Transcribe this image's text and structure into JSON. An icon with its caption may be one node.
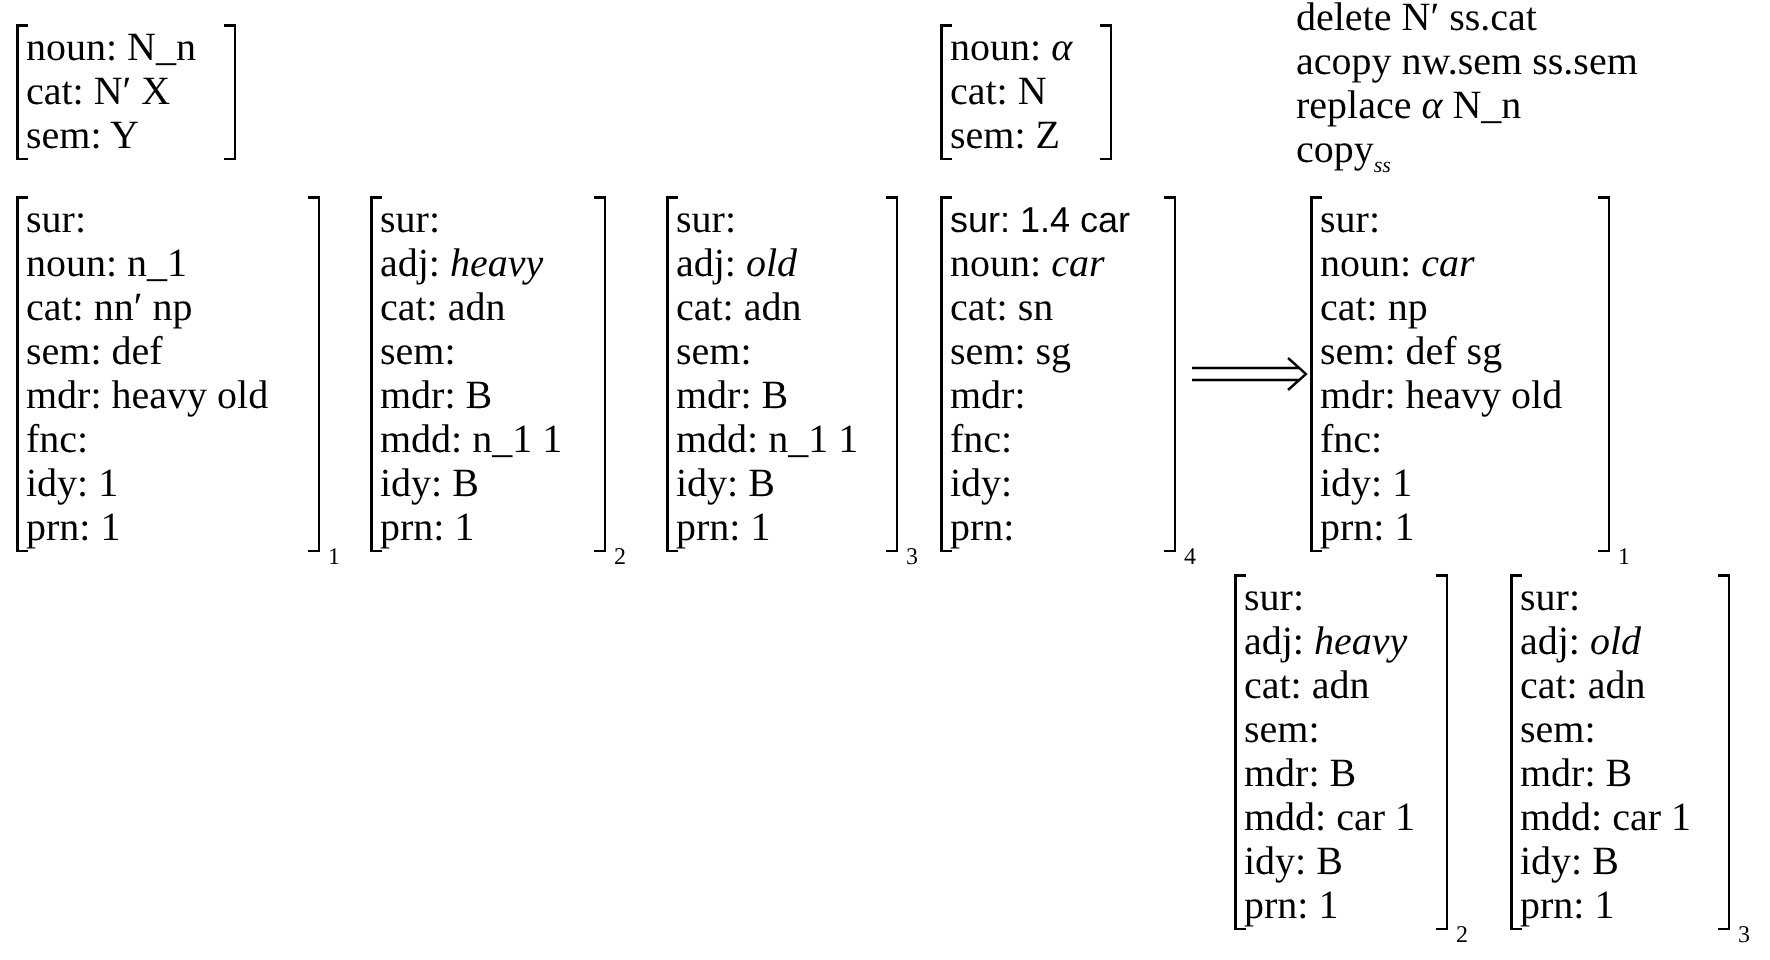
{
  "diagram": {
    "nodes": [
      {
        "text": [
          "noun: N_n",
          "cat: N′ X",
          "sem: Y"
        ]
      },
      {
        "text": [
          "noun: *α*",
          "cat: N",
          "sem: Z"
        ]
      },
      {
        "text": [
          "sur:",
          "noun: n_1",
          "cat: nn′ np",
          "sem: def",
          "mdr: heavy old",
          "fnc:",
          "idy: 1",
          "prn: 1"
        ],
        "beside": [
          "1"
        ]
      },
      {
        "text": [
          "sur:",
          "adj: *heavy*",
          "cat: adn",
          "sem:",
          "mdr: B",
          "mdd: n_1 1",
          "idy: B",
          "prn: 1"
        ],
        "beside": [
          "2"
        ]
      },
      {
        "text": [
          "sur:",
          "adj: *old*",
          "cat: adn",
          "sem:",
          "mdr: B",
          "mdd: n_1 1",
          "idy: B",
          "prn: 1"
        ],
        "beside": [
          "3"
        ]
      },
      {
        "text": [
          "sur: 1.4 car",
          "noun: *car*",
          "cat: sn",
          "sem: sg",
          "mdr:",
          "fnc:",
          "idy:",
          "prn:"
        ],
        "beside": [
          "4"
        ]
      },
      {
        "text": [
          "sur:",
          "noun: *car*",
          "cat: np",
          "sem: def sg",
          "mdr: heavy old",
          "fnc:",
          "idy: 1",
          "prn: 1"
        ],
        "beside": [
          "1"
        ]
      },
      {
        "text": [
          "sur:",
          "adj: *heavy*",
          "cat: adn",
          "sem:",
          "mdr: B",
          "mdd: car 1",
          "idy: B",
          "prn: 1"
        ],
        "beside": [
          "2"
        ]
      },
      {
        "text": [
          "sur:",
          "adj: *old*",
          "cat: adn",
          "sem:",
          "mdr: B",
          "mdd: car 1",
          "idy: B",
          "prn: 1"
        ],
        "beside": [
          "3"
        ]
      }
    ],
    "edges": [
      {
        "from": 5,
        "to": 6,
        "arrow": "to"
      }
    ],
    "labels": [
      "delete N′ ss.cat",
      "acopy nw.sem ss.sem",
      "replace *α* N_n",
      "copy$_{ss}$"
    ]
  }
}
